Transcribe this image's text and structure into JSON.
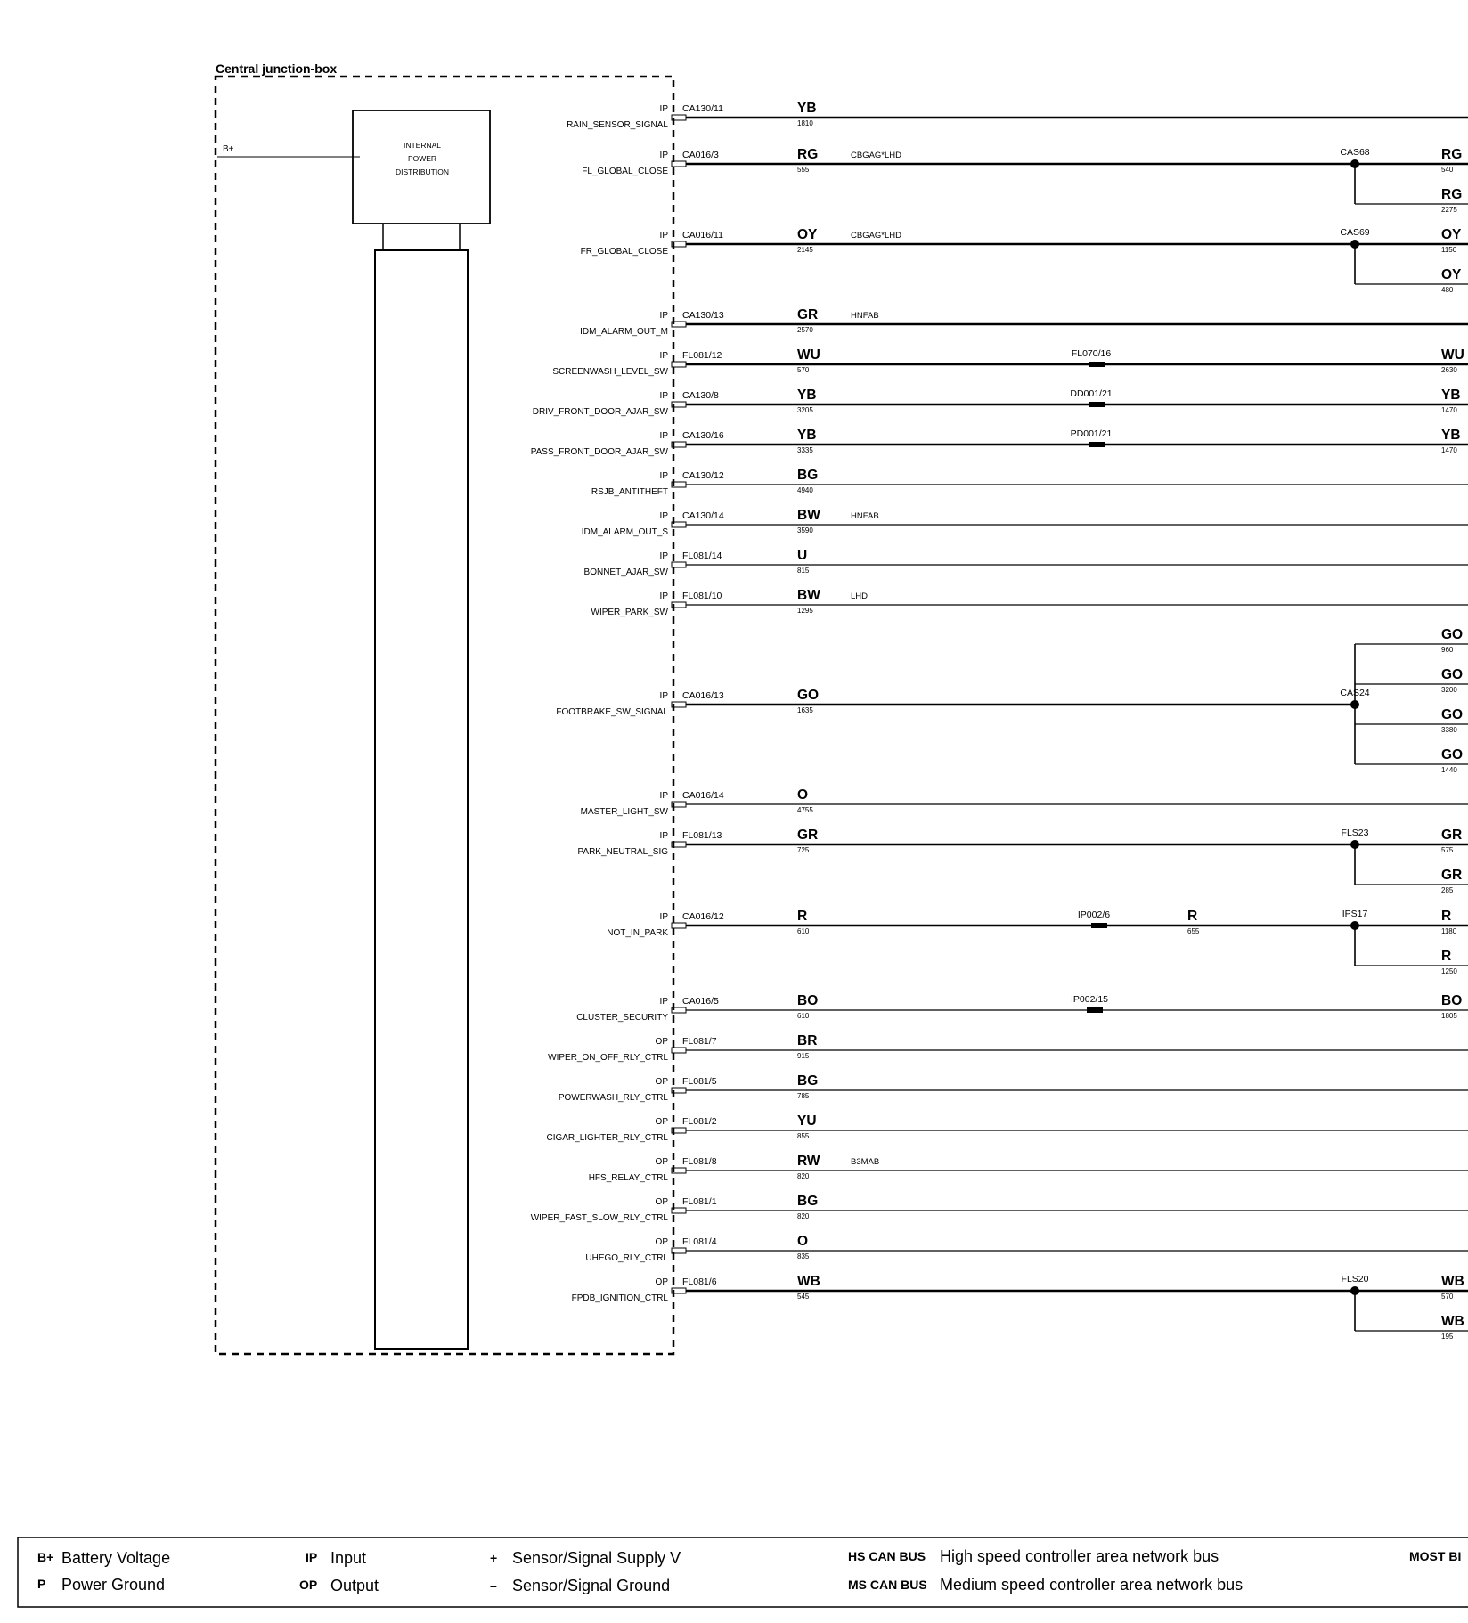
{
  "junction_box": {
    "title": "Central junction-box",
    "internal_block": [
      "INTERNAL",
      "POWER",
      "DISTRIBUTION"
    ],
    "supply_label": "B+"
  },
  "circuits": [
    {
      "dir": "IP",
      "signal": "RAIN_SENSOR_SIGNAL",
      "connector": "CA130/11",
      "color": "YB",
      "number": "1810",
      "option": "",
      "inline": [],
      "ends": []
    },
    {
      "dir": "IP",
      "signal": "FL_GLOBAL_CLOSE",
      "connector": "CA016/3",
      "color": "RG",
      "number": "555",
      "option": "CBGAG*LHD",
      "inline": [],
      "splice": "CAS68",
      "ends": [
        {
          "color": "RG",
          "number": "540"
        },
        {
          "color": "RG",
          "number": "2275"
        }
      ]
    },
    {
      "dir": "IP",
      "signal": "FR_GLOBAL_CLOSE",
      "connector": "CA016/11",
      "color": "OY",
      "number": "2145",
      "option": "CBGAG*LHD",
      "inline": [],
      "splice": "CAS69",
      "ends": [
        {
          "color": "OY",
          "number": "1150"
        },
        {
          "color": "OY",
          "number": "480"
        }
      ]
    },
    {
      "dir": "IP",
      "signal": "IDM_ALARM_OUT_M",
      "connector": "CA130/13",
      "color": "GR",
      "number": "2570",
      "option": "HNFAB",
      "inline": [],
      "ends": []
    },
    {
      "dir": "IP",
      "signal": "SCREENWASH_LEVEL_SW",
      "connector": "FL081/12",
      "color": "WU",
      "number": "570",
      "option": "",
      "inline": [
        {
          "connector": "FL070/16"
        }
      ],
      "ends": [
        {
          "color": "WU",
          "number": "2630"
        }
      ]
    },
    {
      "dir": "IP",
      "signal": "DRIV_FRONT_DOOR_AJAR_SW",
      "connector": "CA130/8",
      "color": "YB",
      "number": "3205",
      "option": "",
      "inline": [
        {
          "connector": "DD001/21"
        }
      ],
      "ends": [
        {
          "color": "YB",
          "number": "1470"
        }
      ]
    },
    {
      "dir": "IP",
      "signal": "PASS_FRONT_DOOR_AJAR_SW",
      "connector": "CA130/16",
      "color": "YB",
      "number": "3335",
      "option": "",
      "inline": [
        {
          "connector": "PD001/21"
        }
      ],
      "ends": [
        {
          "color": "YB",
          "number": "1470"
        }
      ]
    },
    {
      "dir": "IP",
      "signal": "RSJB_ANTITHEFT",
      "connector": "CA130/12",
      "color": "BG",
      "number": "4940",
      "option": "",
      "inline": [],
      "ends": []
    },
    {
      "dir": "IP",
      "signal": "IDM_ALARM_OUT_S",
      "connector": "CA130/14",
      "color": "BW",
      "number": "3590",
      "option": "HNFAB",
      "inline": [],
      "ends": []
    },
    {
      "dir": "IP",
      "signal": "BONNET_AJAR_SW",
      "connector": "FL081/14",
      "color": "U",
      "number": "815",
      "option": "",
      "inline": [],
      "ends": []
    },
    {
      "dir": "IP",
      "signal": "WIPER_PARK_SW",
      "connector": "FL081/10",
      "color": "BW",
      "number": "1295",
      "option": "LHD",
      "inline": [],
      "ends": []
    },
    {
      "dir": "IP",
      "signal": "FOOTBRAKE_SW_SIGNAL",
      "connector": "CA016/13",
      "color": "GO",
      "number": "1635",
      "option": "",
      "inline": [],
      "splice": "CAS24",
      "ends": [
        {
          "color": "GO",
          "number": "960"
        },
        {
          "color": "GO",
          "number": "3200"
        },
        {
          "color": "GO",
          "number": "3380"
        },
        {
          "color": "GO",
          "number": "1440"
        }
      ]
    },
    {
      "dir": "IP",
      "signal": "MASTER_LIGHT_SW",
      "connector": "CA016/14",
      "color": "O",
      "number": "4755",
      "option": "",
      "inline": [],
      "ends": []
    },
    {
      "dir": "IP",
      "signal": "PARK_NEUTRAL_SIG",
      "connector": "FL081/13",
      "color": "GR",
      "number": "725",
      "option": "",
      "inline": [],
      "splice": "FLS23",
      "ends": [
        {
          "color": "GR",
          "number": "575"
        },
        {
          "color": "GR",
          "number": "285"
        }
      ]
    },
    {
      "dir": "IP",
      "signal": "NOT_IN_PARK",
      "connector": "CA016/12",
      "color": "R",
      "number": "610",
      "option": "",
      "inline": [
        {
          "connector": "IP002/6",
          "color": "R",
          "number": "655"
        }
      ],
      "splice": "IPS17",
      "ends": [
        {
          "color": "R",
          "number": "1180"
        },
        {
          "color": "R",
          "number": "1250"
        }
      ]
    },
    {
      "dir": "IP",
      "signal": "CLUSTER_SECURITY",
      "connector": "CA016/5",
      "color": "BO",
      "number": "610",
      "option": "",
      "inline": [
        {
          "connector": "IP002/15"
        }
      ],
      "ends": [
        {
          "color": "BO",
          "number": "1805"
        }
      ]
    },
    {
      "dir": "OP",
      "signal": "WIPER_ON_OFF_RLY_CTRL",
      "connector": "FL081/7",
      "color": "BR",
      "number": "915",
      "option": "",
      "inline": [],
      "ends": []
    },
    {
      "dir": "OP",
      "signal": "POWERWASH_RLY_CTRL",
      "connector": "FL081/5",
      "color": "BG",
      "number": "785",
      "option": "",
      "inline": [],
      "ends": []
    },
    {
      "dir": "OP",
      "signal": "CIGAR_LIGHTER_RLY_CTRL",
      "connector": "FL081/2",
      "color": "YU",
      "number": "855",
      "option": "",
      "inline": [],
      "ends": []
    },
    {
      "dir": "OP",
      "signal": "HFS_RELAY_CTRL",
      "connector": "FL081/8",
      "color": "RW",
      "number": "820",
      "option": "B3MAB",
      "inline": [],
      "ends": []
    },
    {
      "dir": "OP",
      "signal": "WIPER_FAST_SLOW_RLY_CTRL",
      "connector": "FL081/1",
      "color": "BG",
      "number": "820",
      "option": "",
      "inline": [],
      "ends": []
    },
    {
      "dir": "OP",
      "signal": "UHEGO_RLY_CTRL",
      "connector": "FL081/4",
      "color": "O",
      "number": "835",
      "option": "",
      "inline": [],
      "ends": []
    },
    {
      "dir": "OP",
      "signal": "FPDB_IGNITION_CTRL",
      "connector": "FL081/6",
      "color": "WB",
      "number": "545",
      "option": "",
      "inline": [],
      "splice": "FLS20",
      "ends": [
        {
          "color": "WB",
          "number": "570"
        },
        {
          "color": "WB",
          "number": "195"
        }
      ]
    }
  ],
  "legend": {
    "items": [
      {
        "abbr": "B+",
        "desc": "Battery Voltage"
      },
      {
        "abbr": "P",
        "desc": "Power Ground"
      },
      {
        "abbr": "IP",
        "desc": "Input"
      },
      {
        "abbr": "OP",
        "desc": "Output"
      },
      {
        "abbr": "+",
        "desc": "Sensor/Signal Supply V"
      },
      {
        "abbr": "–",
        "desc": "Sensor/Signal Ground"
      },
      {
        "abbr": "HS CAN BUS",
        "desc": "High speed controller area network bus"
      },
      {
        "abbr": "MS CAN BUS",
        "desc": "Medium speed controller area network bus"
      },
      {
        "abbr": "MOST BI",
        "desc": ""
      }
    ]
  },
  "colors": {
    "line": "#000000",
    "background": "#ffffff"
  }
}
